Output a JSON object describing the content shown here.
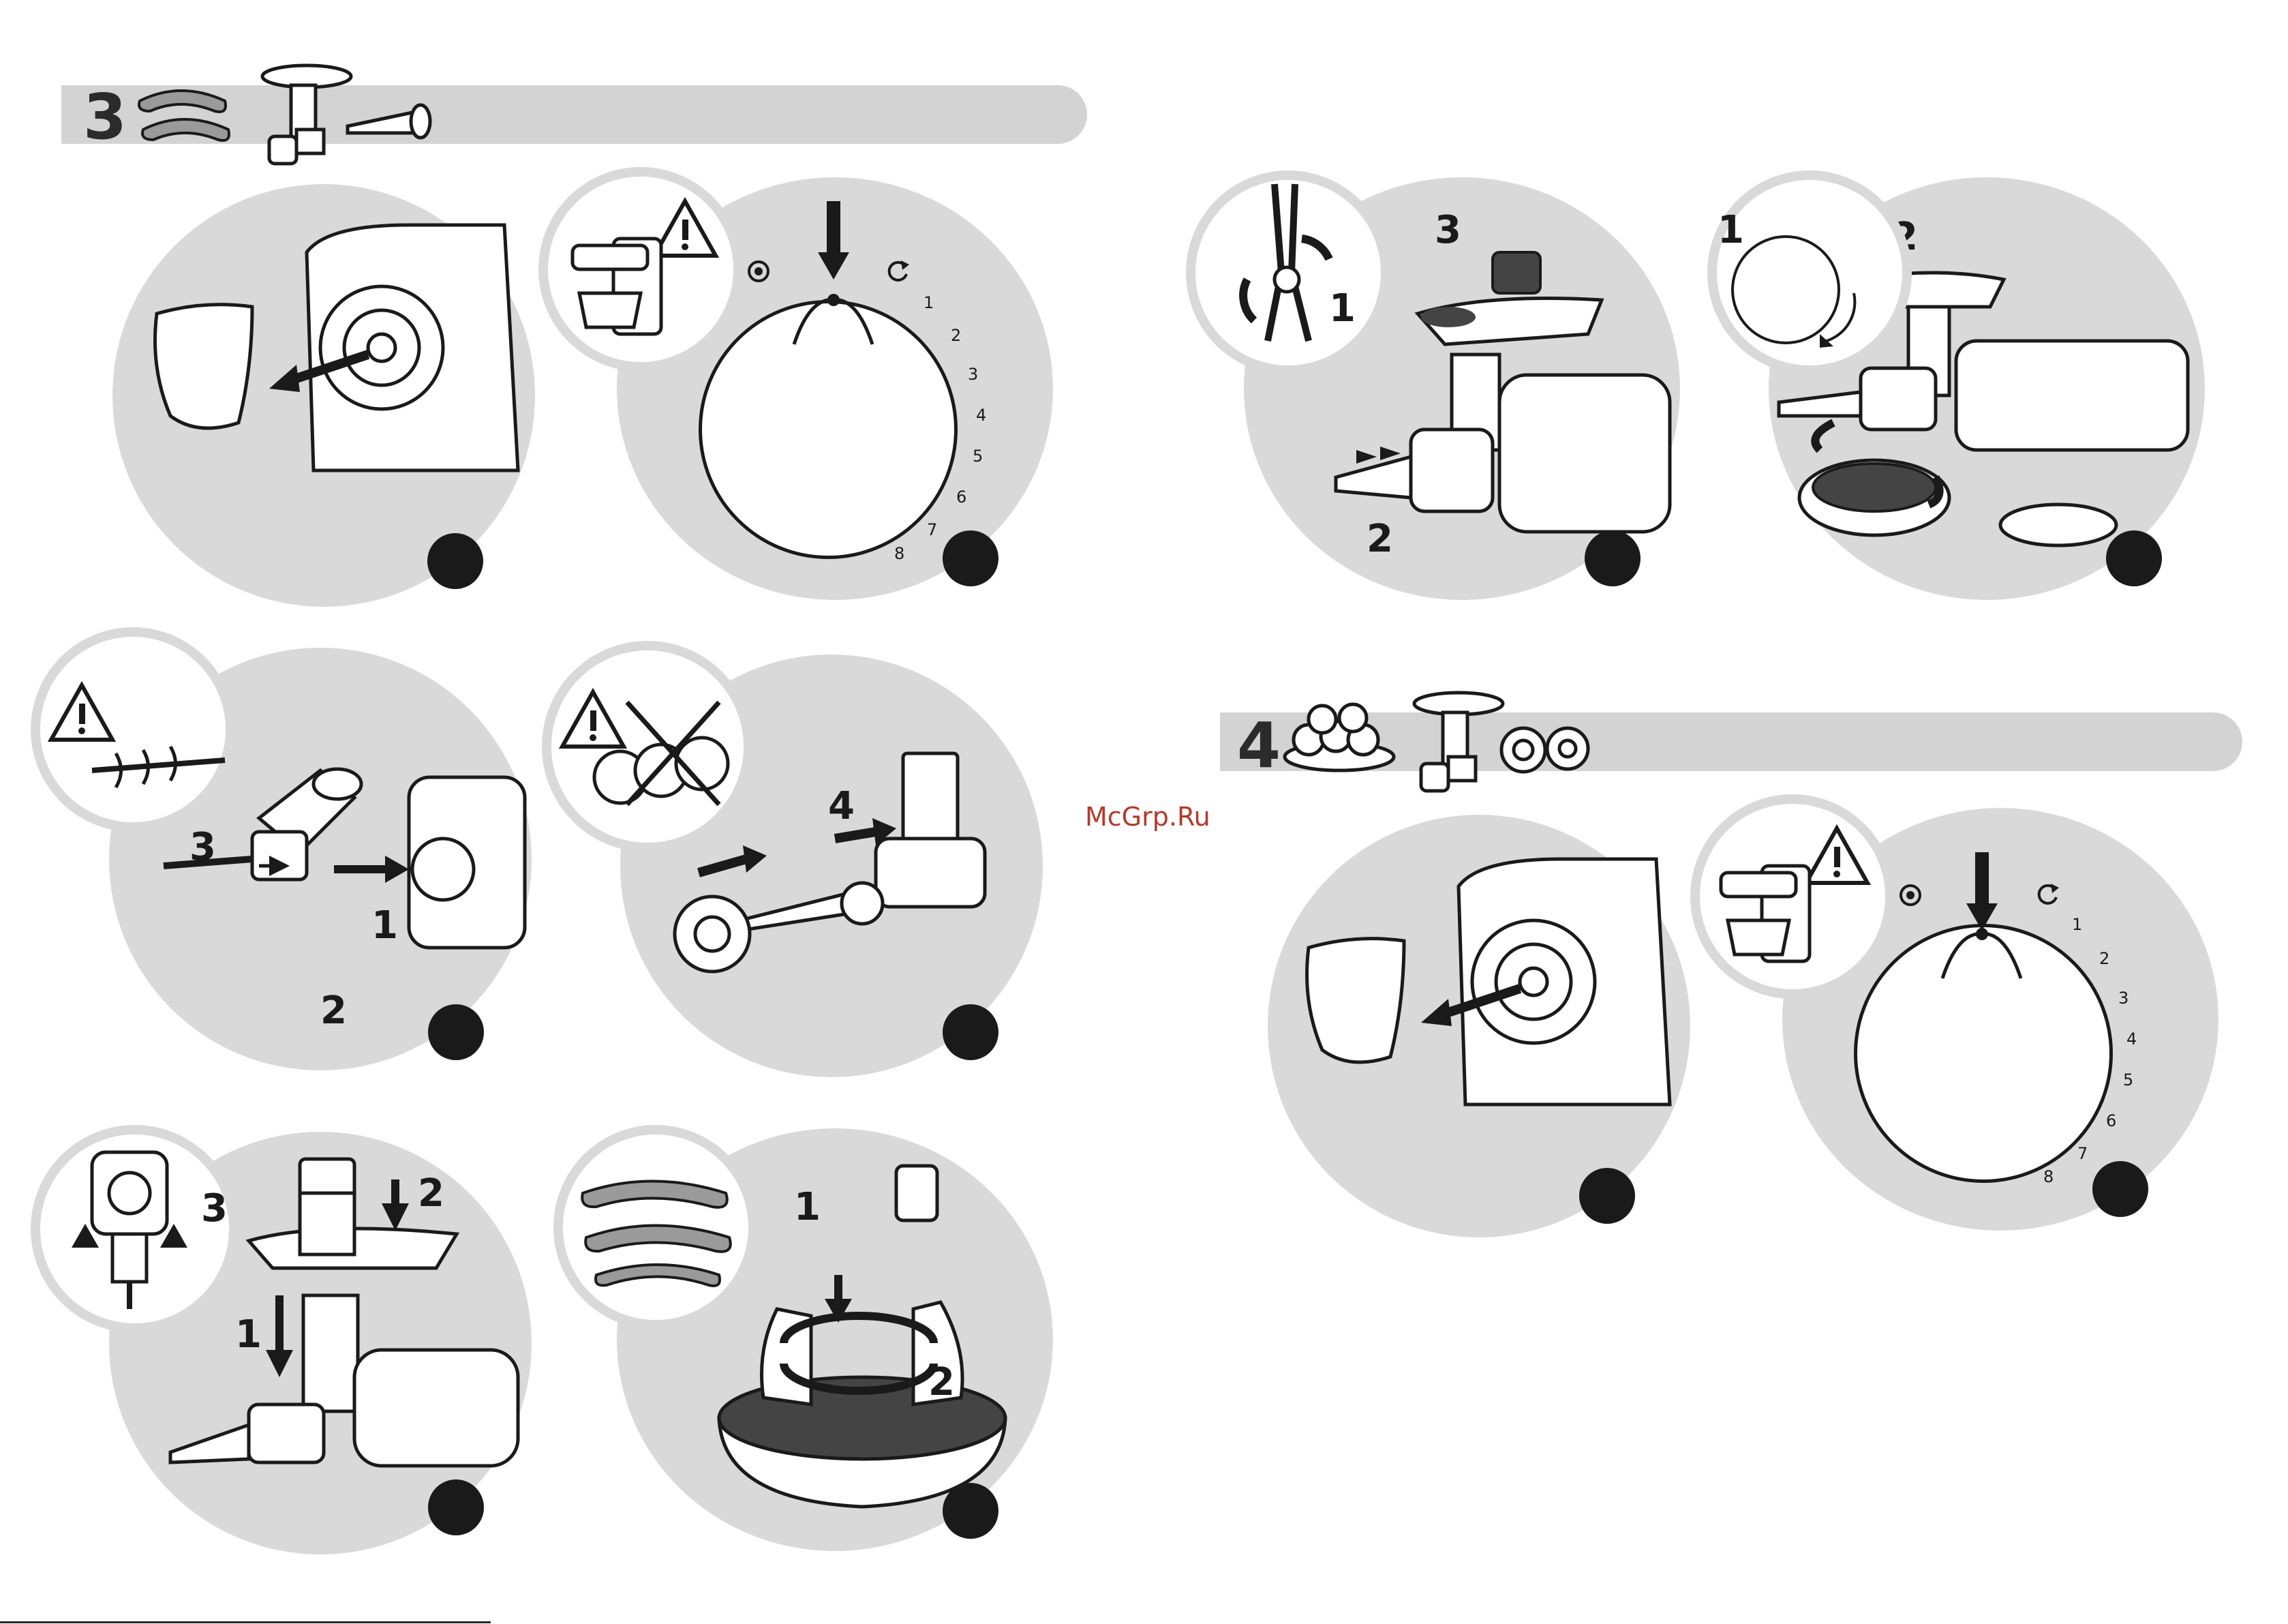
{
  "section3": {
    "number": "3"
  },
  "section4": {
    "number": "4"
  },
  "watermark": "McGrp.Ru",
  "steps": {
    "s3_assemble": {
      "a": "3",
      "b": "1",
      "c": "2"
    },
    "s3_ring": {
      "a": "4"
    },
    "s3_mount": {
      "a": "1",
      "b": "2",
      "c": "3"
    },
    "s3_mix": {
      "a": "1",
      "b": "2"
    },
    "s3_fill": {
      "a": "3",
      "b": "1",
      "c": "2"
    },
    "s3_dial2": {
      "a": "1",
      "b": "2"
    }
  },
  "dial": {
    "labels": [
      "1",
      "2",
      "3",
      "4",
      "5",
      "6",
      "7",
      "8"
    ]
  },
  "icons": {
    "warning": "warning-triangle-icon",
    "rotate": "rotate-arrow-icon",
    "pulse": "pulse-icon"
  },
  "colors": {
    "band": "#d3d3d3",
    "circle": "#d9d9d9",
    "ink": "#1a1a1a",
    "watermark": "#b23a2b"
  }
}
